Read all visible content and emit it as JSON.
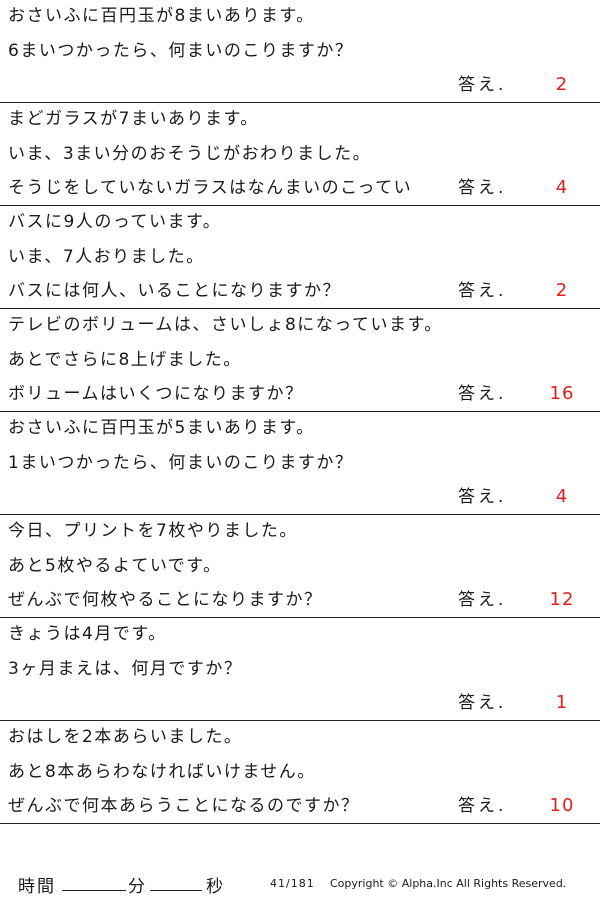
{
  "problems": [
    {
      "l1": "おさいふに百円玉が8まいあります。",
      "l2": "6まいつかったら、何まいのこりますか？",
      "l3": "",
      "answer_label": "答え.",
      "answer": "2"
    },
    {
      "l1": "まどガラスが7まいあります。",
      "l2": "いま、3まい分のおそうじがおわりました。",
      "l3": "そうじをしていないガラスはなんまいのこってい",
      "answer_label": "答え.",
      "answer": "4"
    },
    {
      "l1": "バスに9人のっています。",
      "l2": "いま、7人おりました。",
      "l3": "バスには何人、いることになりますか？",
      "answer_label": "答え.",
      "answer": "2"
    },
    {
      "l1": "テレビのボリュームは、さいしょ8になっています。",
      "l2": "あとでさらに8上げました。",
      "l3": "ボリュームはいくつになりますか？",
      "answer_label": "答え.",
      "answer": "16"
    },
    {
      "l1": "おさいふに百円玉が5まいあります。",
      "l2": "1まいつかったら、何まいのこりますか？",
      "l3": "",
      "answer_label": "答え.",
      "answer": "4"
    },
    {
      "l1": "今日、プリントを7枚やりました。",
      "l2": "あと5枚やるよていです。",
      "l3": "ぜんぶで何枚やることになりますか？",
      "answer_label": "答え.",
      "answer": "12"
    },
    {
      "l1": "きょうは4月です。",
      "l2": "3ヶ月まえは、何月ですか？",
      "l3": "",
      "answer_label": "答え.",
      "answer": "1"
    },
    {
      "l1": "おはしを2本あらいました。",
      "l2": "あと8本あらわなければいけません。",
      "l3": "ぜんぶで何本あらうことになるのですか？",
      "answer_label": "答え.",
      "answer": "10"
    }
  ],
  "footer": {
    "time_label": "時間",
    "minute_label": "分",
    "second_label": "秒",
    "page": "41/181",
    "copyright": "Copyright ©  Alpha.Inc All Rights Reserved."
  },
  "colors": {
    "answer": "#e0201e"
  }
}
